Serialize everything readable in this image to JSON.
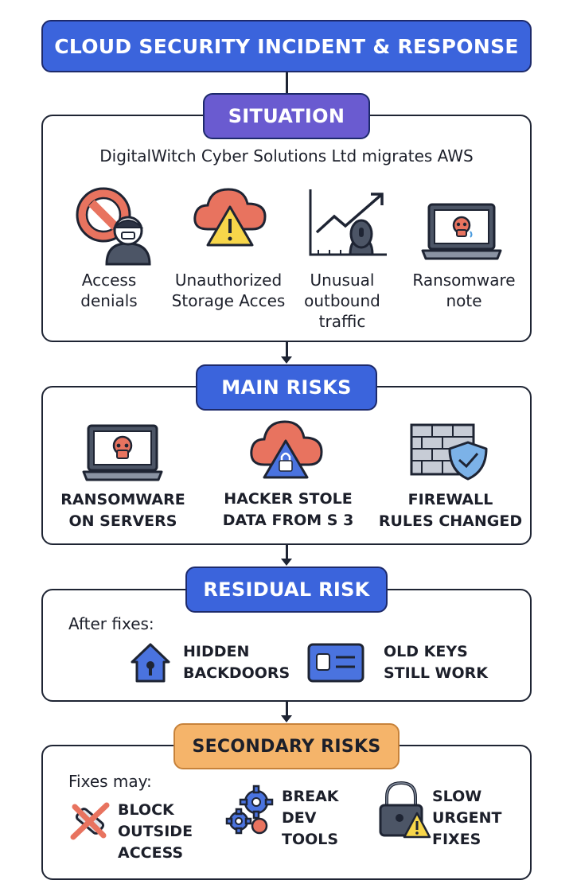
{
  "title": "CLOUD SECURITY INCIDENT & RESPONSE",
  "colors": {
    "title": "#3b64dc",
    "situation": "#6a5bd0",
    "main_risks": "#3b64dc",
    "residual_risk": "#3b64dc",
    "secondary_risks": "#f5b46a",
    "accent_red": "#e8735f",
    "accent_yellow": "#f7d64a",
    "accent_blue": "#4a73df"
  },
  "situation": {
    "heading": "SITUATION",
    "description": "DigitalWitch Cyber Solutions Ltd migrates AWS",
    "items": [
      {
        "icon": "no-entry-user-icon",
        "line1": "Access",
        "line2": "denials",
        "line3": ""
      },
      {
        "icon": "cloud-warning-icon",
        "line1": "Unauthorized",
        "line2": "Storage Acces",
        "line3": ""
      },
      {
        "icon": "traffic-chart-icon",
        "line1": "Unusual",
        "line2": "outbound",
        "line3": "traffic"
      },
      {
        "icon": "ransomware-laptop-icon",
        "line1": "Ransomware",
        "line2": "note",
        "line3": ""
      }
    ]
  },
  "main_risks": {
    "heading": "MAIN RISKS",
    "items": [
      {
        "icon": "skull-laptop-icon",
        "line1": "RANSOMWARE",
        "line2": "ON SERVERS"
      },
      {
        "icon": "cloud-lock-icon",
        "line1": "HACKER STOLE",
        "line2": "DATA FROM S 3"
      },
      {
        "icon": "firewall-shield-icon",
        "line1": "FIREWALL",
        "line2": "RULES CHANGED"
      }
    ]
  },
  "residual_risk": {
    "heading": "RESIDUAL RISK",
    "intro": "After fixes:",
    "items": [
      {
        "icon": "house-lock-icon",
        "line1": "HIDDEN",
        "line2": "BACKDOORS"
      },
      {
        "icon": "id-card-icon",
        "line1": "OLD KEYS",
        "line2": "STILL WORK"
      }
    ]
  },
  "secondary_risks": {
    "heading": "SECONDARY RISKS",
    "intro": "Fixes may:",
    "items": [
      {
        "icon": "blocked-plug-icon",
        "line1": "BLOCK",
        "line2": "OUTSIDE",
        "line3": "ACCESS"
      },
      {
        "icon": "gears-icon",
        "line1": "BREAK",
        "line2": "DEV",
        "line3": "TOOLS"
      },
      {
        "icon": "lock-warning-icon",
        "line1": "SLOW",
        "line2": "URGENT",
        "line3": "FIXES"
      }
    ]
  }
}
